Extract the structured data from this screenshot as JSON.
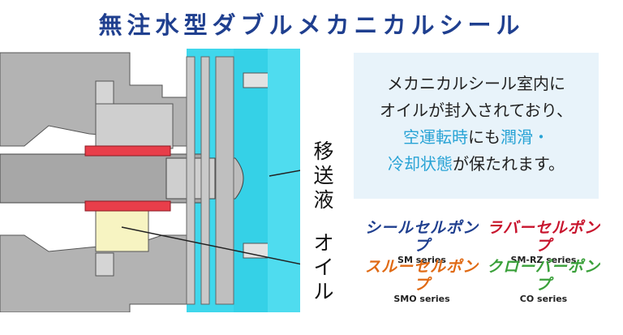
{
  "title": "無注水型ダブルメカニカルシール",
  "callout": {
    "line1": "メカニカルシール室内に",
    "line2": "オイルが封入されており、",
    "line3_hl1": "空運転時",
    "line3_mid": "にも",
    "line3_hl2": "潤滑",
    "line3_end": "・",
    "line4_hl1": "冷却状態",
    "line4_mid": "が保たれます。"
  },
  "labels": {
    "transfer_c1": "移",
    "transfer_c2": "送",
    "transfer_c3": "液",
    "oil_c1": "オ",
    "oil_c2": "イ",
    "oil_c3": "ル"
  },
  "series": [
    {
      "logo": "シールセルポンプ",
      "code": "SM series",
      "color": "#1f3f8f"
    },
    {
      "logo": "ラバーセルポンプ",
      "code": "SM-RZ series",
      "color": "#c8142d"
    },
    {
      "logo": "スルーセルポンプ",
      "code": "SMO series",
      "color": "#e06a14"
    },
    {
      "logo": "クローバーポンプ",
      "code": "CO series",
      "color": "#3aa03a"
    }
  ],
  "colors": {
    "metal": "#b3b3b3",
    "metal_light": "#cfcfcf",
    "liquid": "#3fd7ec",
    "oil": "#f7f4c2",
    "seal": "#e83e4a",
    "title": "#1f3f8f",
    "highlight": "#29a3d5"
  }
}
